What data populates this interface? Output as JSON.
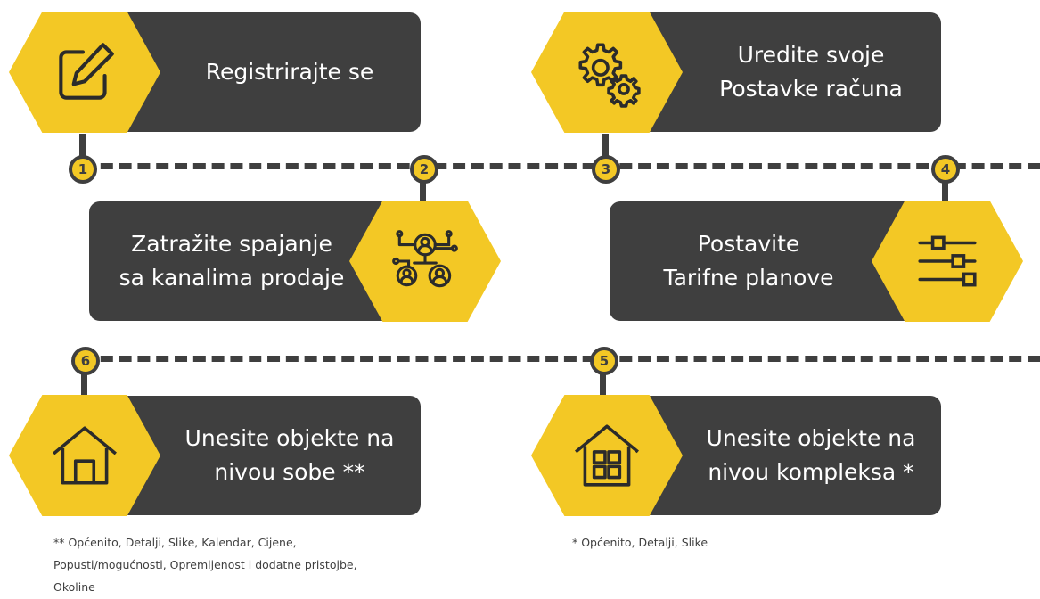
{
  "steps": {
    "s1": {
      "number": "1",
      "lines": [
        "Registrirajte se"
      ],
      "icon": "edit-icon"
    },
    "s2": {
      "number": "2",
      "lines": [
        "Zatražite spajanje",
        "sa kanalima prodaje"
      ],
      "icon": "network-people-icon"
    },
    "s3": {
      "number": "3",
      "lines": [
        "Uredite svoje",
        "Postavke računa"
      ],
      "icon": "gears-icon"
    },
    "s4": {
      "number": "4",
      "lines": [
        "Postavite",
        "Tarifne planove"
      ],
      "icon": "sliders-icon"
    },
    "s5": {
      "number": "5",
      "lines": [
        "Unesite objekte na",
        "nivou kompleksa *"
      ],
      "icon": "building-icon"
    },
    "s6": {
      "number": "6",
      "lines": [
        "Unesite objekte na",
        "nivou sobe **"
      ],
      "icon": "house-icon"
    }
  },
  "footnotes": {
    "double": [
      "** Općenito, Detalji, Slike, Kalendar, Cijene,",
      "Popusti/mogućnosti, Opremljenost i dodatne pristojbe,",
      "Okoline"
    ],
    "single": [
      "* Općenito, Detalji, Slike"
    ]
  },
  "colors": {
    "accent": "#f3c825",
    "dark": "#3f3f3f"
  }
}
